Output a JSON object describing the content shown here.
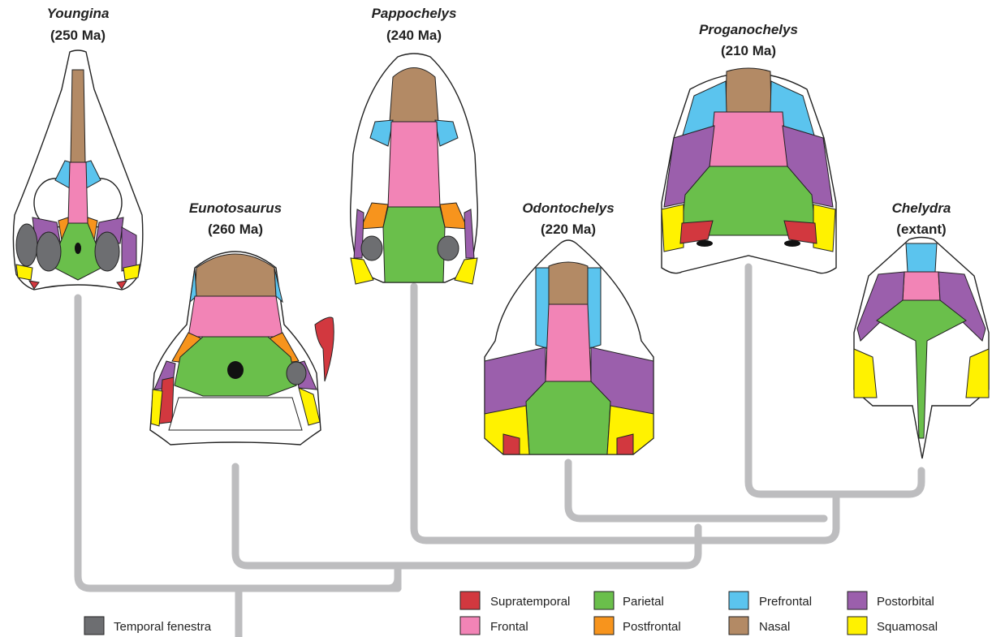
{
  "taxa": [
    {
      "name": "Youngina",
      "age": "(250 Ma)"
    },
    {
      "name": "Eunotosaurus",
      "age": "(260 Ma)"
    },
    {
      "name": "Pappochelys",
      "age": "(240 Ma)"
    },
    {
      "name": "Odontochelys",
      "age": "(220 Ma)"
    },
    {
      "name": "Proganochelys",
      "age": "(210 Ma)"
    },
    {
      "name": "Chelydra",
      "age": "(extant)"
    }
  ],
  "legend": {
    "temporal_fenestra": {
      "label": "Temporal fenestra",
      "color": "#6d6e71"
    },
    "items": [
      {
        "label": "Supratemporal",
        "color": "#d2383f"
      },
      {
        "label": "Parietal",
        "color": "#6abf4b"
      },
      {
        "label": "Prefrontal",
        "color": "#5bc4ee"
      },
      {
        "label": "Postorbital",
        "color": "#9b5fac"
      },
      {
        "label": "Frontal",
        "color": "#f284b6"
      },
      {
        "label": "Postfrontal",
        "color": "#f7941d"
      },
      {
        "label": "Nasal",
        "color": "#b38a65"
      },
      {
        "label": "Squamosal",
        "color": "#fff200"
      }
    ]
  },
  "colors": {
    "tree": "#bdbdbf",
    "outline": "#222222"
  }
}
